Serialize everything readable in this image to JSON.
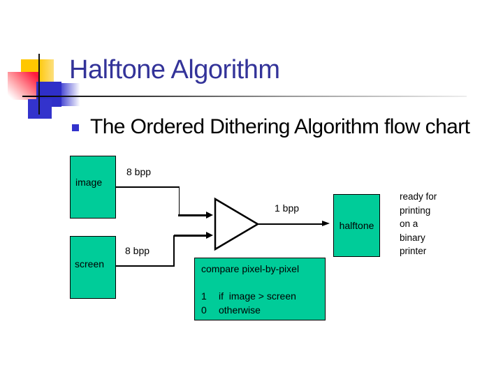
{
  "slide": {
    "title": "Halftone Algorithm",
    "bullet": "The Ordered Dithering Algorithm flow chart"
  },
  "diagram": {
    "image_box_label": "image",
    "screen_box_label": "screen",
    "halftone_box_label": "halftone",
    "image_bpp_label": "8 bpp",
    "screen_bpp_label": "8 bpp",
    "output_bpp_label": "1 bpp",
    "compare": {
      "title": "compare pixel-by-pixel",
      "rows": [
        {
          "value": "1",
          "condition": "if  image > screen"
        },
        {
          "value": "0",
          "condition": "otherwise"
        }
      ]
    },
    "note_lines": [
      "ready for",
      "printing",
      "on a",
      "binary",
      "printer"
    ]
  },
  "colors": {
    "box_fill": "#00cc99",
    "title_text": "#333399",
    "bullet_marker": "#3333cc",
    "line_color": "#000000",
    "logo_yellow": "#ffc701",
    "logo_red": "#ff1a3c",
    "logo_blue": "#3333cc"
  }
}
